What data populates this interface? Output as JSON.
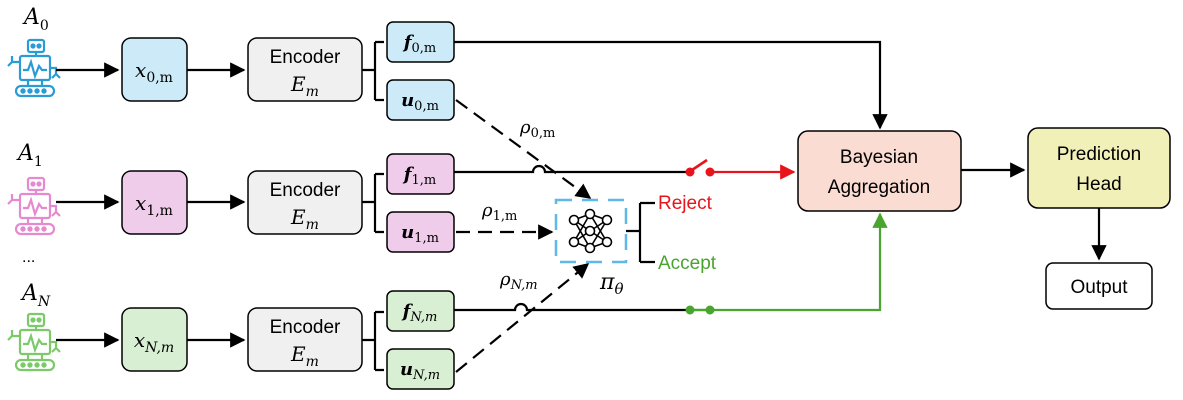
{
  "agents": [
    {
      "label": "A",
      "label_sub": "0",
      "input_main": "x",
      "input_sub": "0,m",
      "feature_main": "f",
      "feature_sub": "0,m",
      "uncert_main": "u",
      "uncert_sub": "0,m",
      "rho_main": "ρ",
      "rho_sub": "0,m",
      "color": "#2b9bd6",
      "fill": "#cdeaf9"
    },
    {
      "label": "A",
      "label_sub": "1",
      "input_main": "x",
      "input_sub": "1,m",
      "feature_main": "f",
      "feature_sub": "1,m",
      "uncert_main": "u",
      "uncert_sub": "1,m",
      "rho_main": "ρ",
      "rho_sub": "1,m",
      "color": "#e58ad0",
      "fill": "#efcce9"
    },
    {
      "label": "A",
      "label_sub": "N",
      "input_main": "x",
      "input_sub": "N,m",
      "feature_main": "f",
      "feature_sub": "N,m",
      "uncert_main": "u",
      "uncert_sub": "N,m",
      "rho_main": "ρ",
      "rho_sub": "N,m",
      "color": "#7cc96a",
      "fill": "#d9efd3"
    }
  ],
  "ellipsis": "...",
  "encoder": {
    "label": "Encoder",
    "sym_main": "E",
    "sym_sub": "m",
    "fill": "#f0f0f0"
  },
  "policy": {
    "sym_main": "π",
    "sym_sub": "θ",
    "border_color": "#5fb8e6"
  },
  "reject_label": "Reject",
  "accept_label": "Accept",
  "reject_color": "#e8141b",
  "accept_color": "#4aa52e",
  "aggregation": {
    "line1": "Bayesian",
    "line2": "Aggregation",
    "fill": "#fadcd2"
  },
  "prediction_head": {
    "line1": "Prediction",
    "line2": "Head",
    "fill": "#f0f0b8"
  },
  "output_label": "Output",
  "feature_fill": "#efcce9"
}
